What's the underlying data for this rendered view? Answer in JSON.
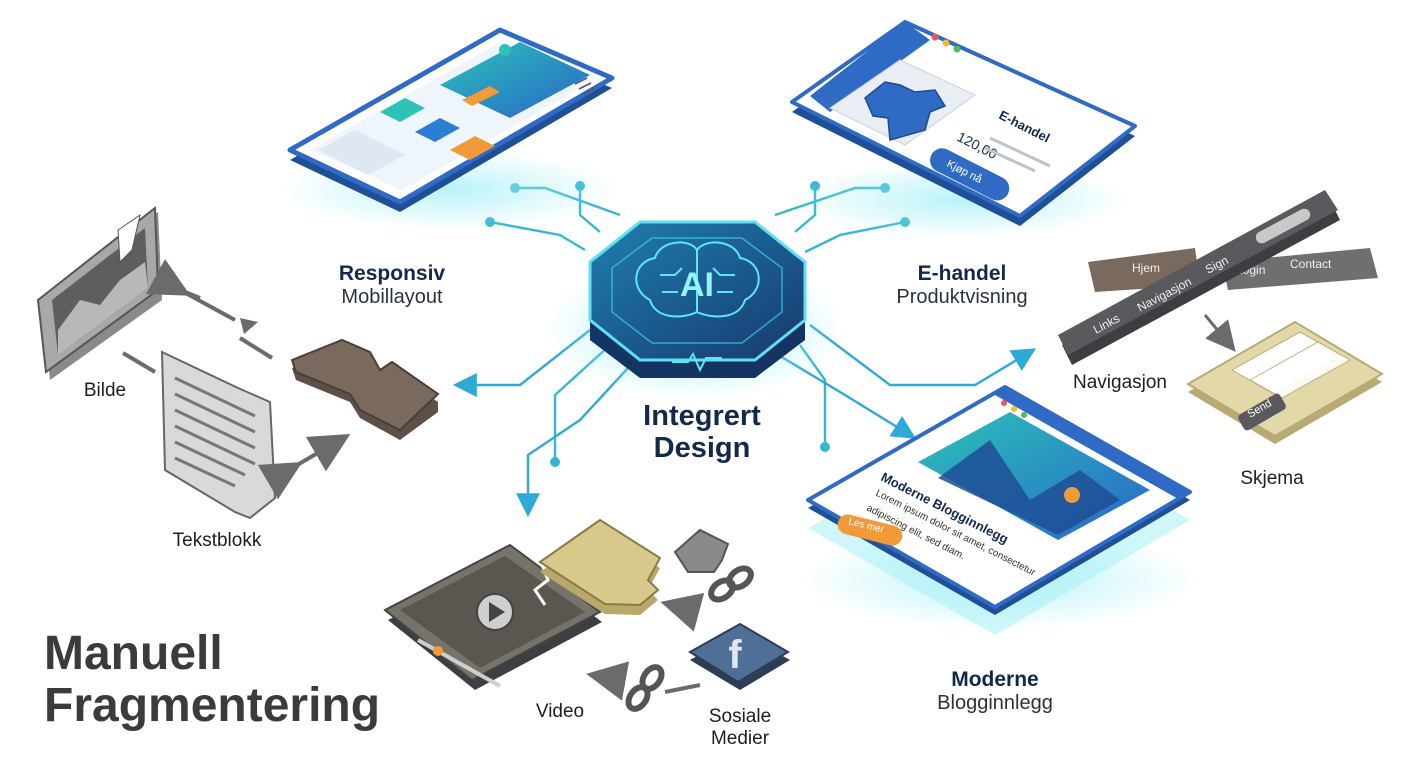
{
  "hub": {
    "chip_text": "AI",
    "title_line1": "Integrert",
    "title_line2": "Design"
  },
  "integrated": {
    "responsive": {
      "title": "Responsiv",
      "subtitle": "Mobillayout"
    },
    "ecommerce": {
      "title": "E-handel",
      "subtitle": "Produktvisning",
      "card_heading": "E-handel",
      "card_price": "120,00",
      "card_button": "Kjøp nå"
    },
    "blog": {
      "title": "Moderne",
      "subtitle": "Blogginnlegg",
      "card_heading": "Moderne Blogginnlegg",
      "card_body_line1": "Lorem ipsum dolor sit amet, consectetur",
      "card_body_line2": "adipiscing elit, sed diam.",
      "card_button": "Les mer"
    },
    "navigation": {
      "title": "Navigasjon",
      "items": [
        "Links",
        "Navigasjon",
        "Sign",
        "Hjem",
        "Login",
        "Contact"
      ]
    },
    "form": {
      "title": "Skjema",
      "button": "Send"
    }
  },
  "manual": {
    "title_line1": "Manuell",
    "title_line2": "Fragmentering",
    "image_label": "Bilde",
    "text_label": "Tekstblokk",
    "video_label": "Video",
    "social_label_line1": "Sosiale",
    "social_label_line2": "Medier",
    "social_glyph": "f"
  },
  "colors": {
    "hub": "#1b4d8a",
    "circuit": "#2fb7c9",
    "glow": "#8ee8f2",
    "device_blue": "#2f6bc4",
    "fragment_gray": "#8a8a8a",
    "fragment_brown": "#7a6a5e",
    "fragment_tan": "#d8c98a",
    "accent_orange": "#f29a3a",
    "accent_teal": "#2cc2b8"
  }
}
